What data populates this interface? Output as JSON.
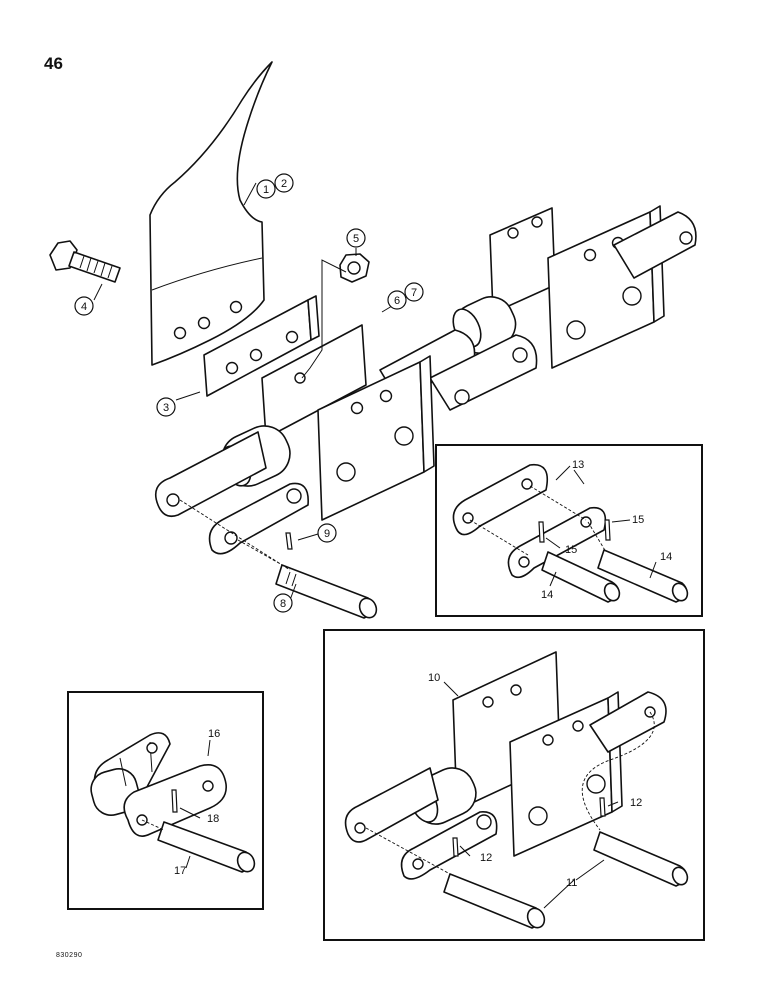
{
  "page": {
    "number": "46",
    "drawing_code": "830290"
  },
  "callouts": {
    "c1": "1",
    "c2": "2",
    "c3": "3",
    "c4": "4",
    "c5": "5",
    "c6": "6",
    "c7": "7",
    "c8": "8",
    "c9": "9",
    "c10": "10",
    "c11": "11",
    "c12a": "12",
    "c12b": "12",
    "c13": "13",
    "c14a": "14",
    "c14b": "14",
    "c15a": "15",
    "c15b": "15",
    "c16": "16",
    "c17": "17",
    "c18": "18"
  }
}
